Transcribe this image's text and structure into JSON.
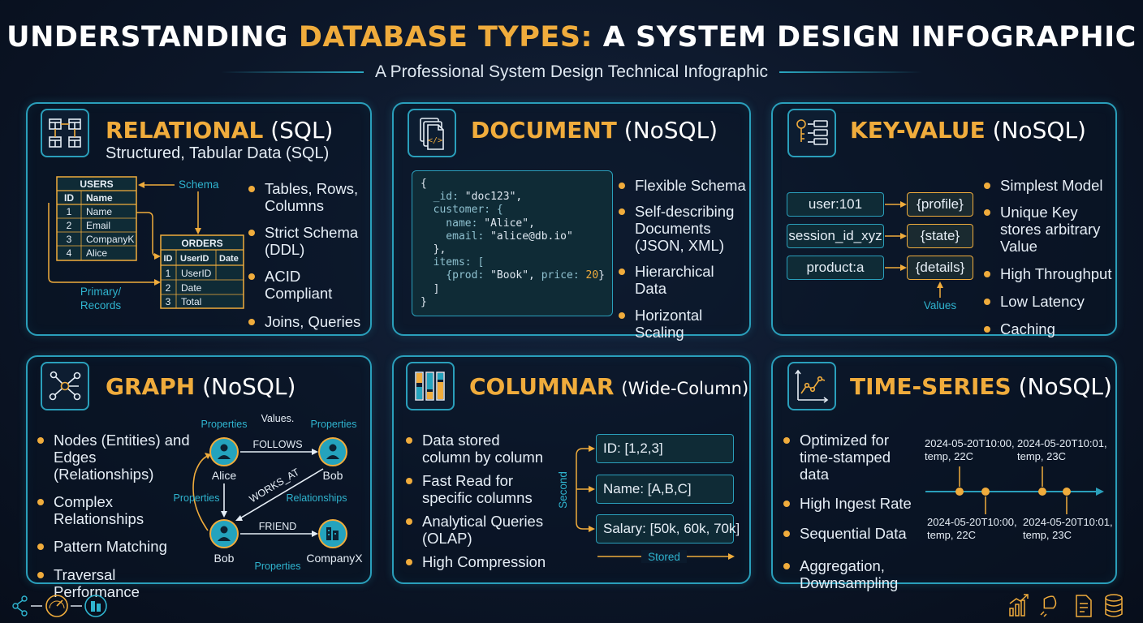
{
  "header": {
    "title_main": "UNDERSTANDING ",
    "title_highlight": "DATABASE TYPES:",
    "title_rest": " A SYSTEM DESIGN INFOGRAPHIC",
    "subtitle": "A Professional System Design Technical Infographic"
  },
  "relational": {
    "name": "RELATIONAL",
    "tag": "(SQL)",
    "subtitle": "Structured, Tabular Data (SQL)",
    "bullets": [
      "Tables, Rows, Columns",
      "Strict Schema (DDL)",
      "ACID Compliant",
      "Joins, Queries"
    ],
    "users_table": {
      "title": "USERS",
      "headers": [
        "ID",
        "Name"
      ],
      "rows": [
        [
          "1",
          "Name"
        ],
        [
          "2",
          "Email"
        ],
        [
          "3",
          "CompanyK"
        ],
        [
          "4",
          "Alice"
        ]
      ]
    },
    "orders_table": {
      "title": "ORDERS",
      "headers": [
        "ID",
        "UserID",
        "Date"
      ],
      "rows": [
        [
          "1",
          "UserID",
          ""
        ],
        [
          "2",
          "Date",
          ""
        ],
        [
          "3",
          "Total",
          ""
        ]
      ]
    },
    "label_schema": "Schema",
    "label_primary": "Primary/",
    "label_records": "Records"
  },
  "document": {
    "name": "DOCUMENT",
    "tag": "(NoSQL)",
    "bullets": [
      "Flexible Schema",
      "Self-describing Documents (JSON, XML)",
      "Hierarchical Data",
      "Horizontal Scaling"
    ],
    "code": {
      "l1": "{",
      "l2_key": "  _id: ",
      "l2_val": "\"doc123\",",
      "l3_key": "  customer: {",
      "l4_key": "    name: ",
      "l4_val": "\"Alice\",",
      "l5_key": "    email: ",
      "l5_val": "\"alice@db.io\"",
      "l6": "  },",
      "l7_key": "  items: [",
      "l8_a": "    {prod: ",
      "l8_b": "\"Book\", ",
      "l8_c": "price: ",
      "l8_d": "20",
      "l8_e": "}",
      "l9": "  ]",
      "l10": "}"
    }
  },
  "keyvalue": {
    "name": "KEY-VALUE",
    "tag": "(NoSQL)",
    "bullets": [
      "Simplest Model",
      "Unique Key stores arbitrary Value",
      "High Throughput",
      "Low Latency",
      "Caching"
    ],
    "keys": [
      "user:101",
      "session_id_xyz",
      "product:a"
    ],
    "values": [
      "{profile}",
      "{state}",
      "{details}"
    ],
    "label_values": "Values"
  },
  "graph": {
    "name": "GRAPH",
    "tag": "(NoSQL)",
    "bullets": [
      "Nodes (Entities) and Edges (Relationships)",
      "Complex Relationships",
      "Pattern Matching",
      "Traversal Performance"
    ],
    "nodes": [
      "Alice",
      "Bob",
      "Bob",
      "CompanyX"
    ],
    "edges": [
      "FOLLOWS",
      "WORKS_AT",
      "FRIEND"
    ],
    "labels": [
      "Properties",
      "Values.",
      "Properties",
      "Properties",
      "Relationships",
      "Properties"
    ]
  },
  "columnar": {
    "name": "COLUMNAR",
    "tag": "(Wide-Column)",
    "bullets": [
      "Data stored column by column",
      "Fast Read for specific columns",
      "Analytical Queries (OLAP)",
      "High Compression"
    ],
    "columns": [
      "ID: [1,2,3]",
      "Name: [A,B,C]",
      "Salary: [50k, 60k, 70k]"
    ],
    "label_second": "Second",
    "label_stored": "Stored"
  },
  "timeseries": {
    "name": "TIME-SERIES",
    "tag": "(NoSQL)",
    "bullets": [
      "Optimized for time-stamped data",
      "High Ingest Rate",
      "Sequential Data",
      "Aggregation, Downsampling"
    ],
    "points_top": [
      {
        "line1": "2024-05-20T10:00,",
        "line2": "temp, 22C"
      },
      {
        "line1": "2024-05-20T10:01,",
        "line2": "temp, 23C"
      }
    ],
    "points_bottom": [
      {
        "line1": "2024-05-20T10:00,",
        "line2": "temp, 22C"
      },
      {
        "line1": "2024-05-20T10:01,",
        "line2": "temp, 23C"
      }
    ]
  },
  "colors": {
    "accent": "#f0ac3c",
    "border": "#2a9fbb",
    "label": "#2fb4cf",
    "background": "#0c1628"
  },
  "icons": [
    "table-icon",
    "document-icon",
    "key-icon",
    "graph-icon",
    "columns-icon",
    "line-chart-icon",
    "network-icon",
    "gauge-icon",
    "building-icon",
    "bar-chart-icon",
    "rocket-icon",
    "report-icon",
    "database-icon"
  ]
}
